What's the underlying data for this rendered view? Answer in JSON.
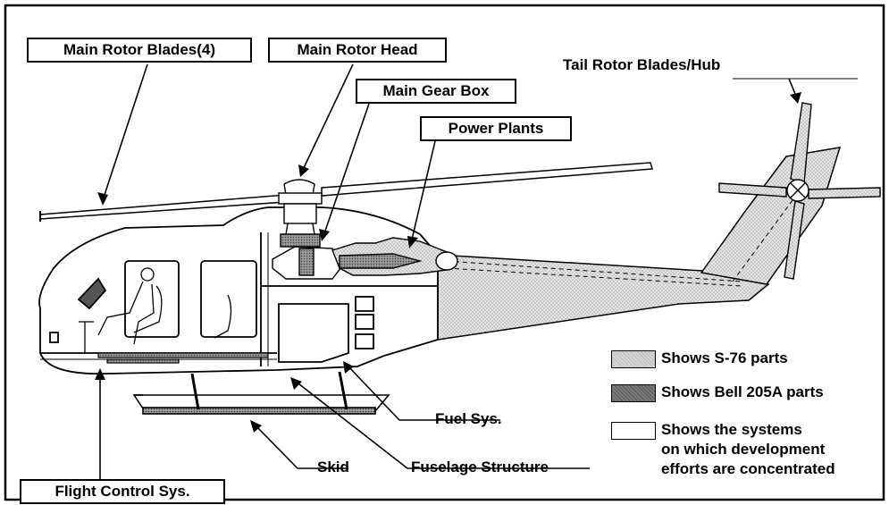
{
  "labels": {
    "main_rotor_blades": "Main Rotor Blades(4)",
    "main_rotor_head": "Main Rotor Head",
    "main_gear_box": "Main Gear Box",
    "power_plants": "Power Plants",
    "tail_rotor": "Tail Rotor Blades/Hub",
    "fuel_sys": "Fuel Sys.",
    "flight_control": "Flight Control Sys.",
    "skid": "Skid",
    "fuselage": "Fuselage Structure"
  },
  "legend": {
    "s76": "Shows S-76 parts",
    "bell": "Shows Bell 205A parts",
    "dev_line1": "Shows the systems",
    "dev_line2": "on which development",
    "dev_line3": "efforts are concentrated"
  },
  "colors": {
    "s76_fill": "#d9d9d9",
    "bell_fill": "#8a8a8a",
    "dev_fill": "#ffffff",
    "line": "#000000"
  }
}
